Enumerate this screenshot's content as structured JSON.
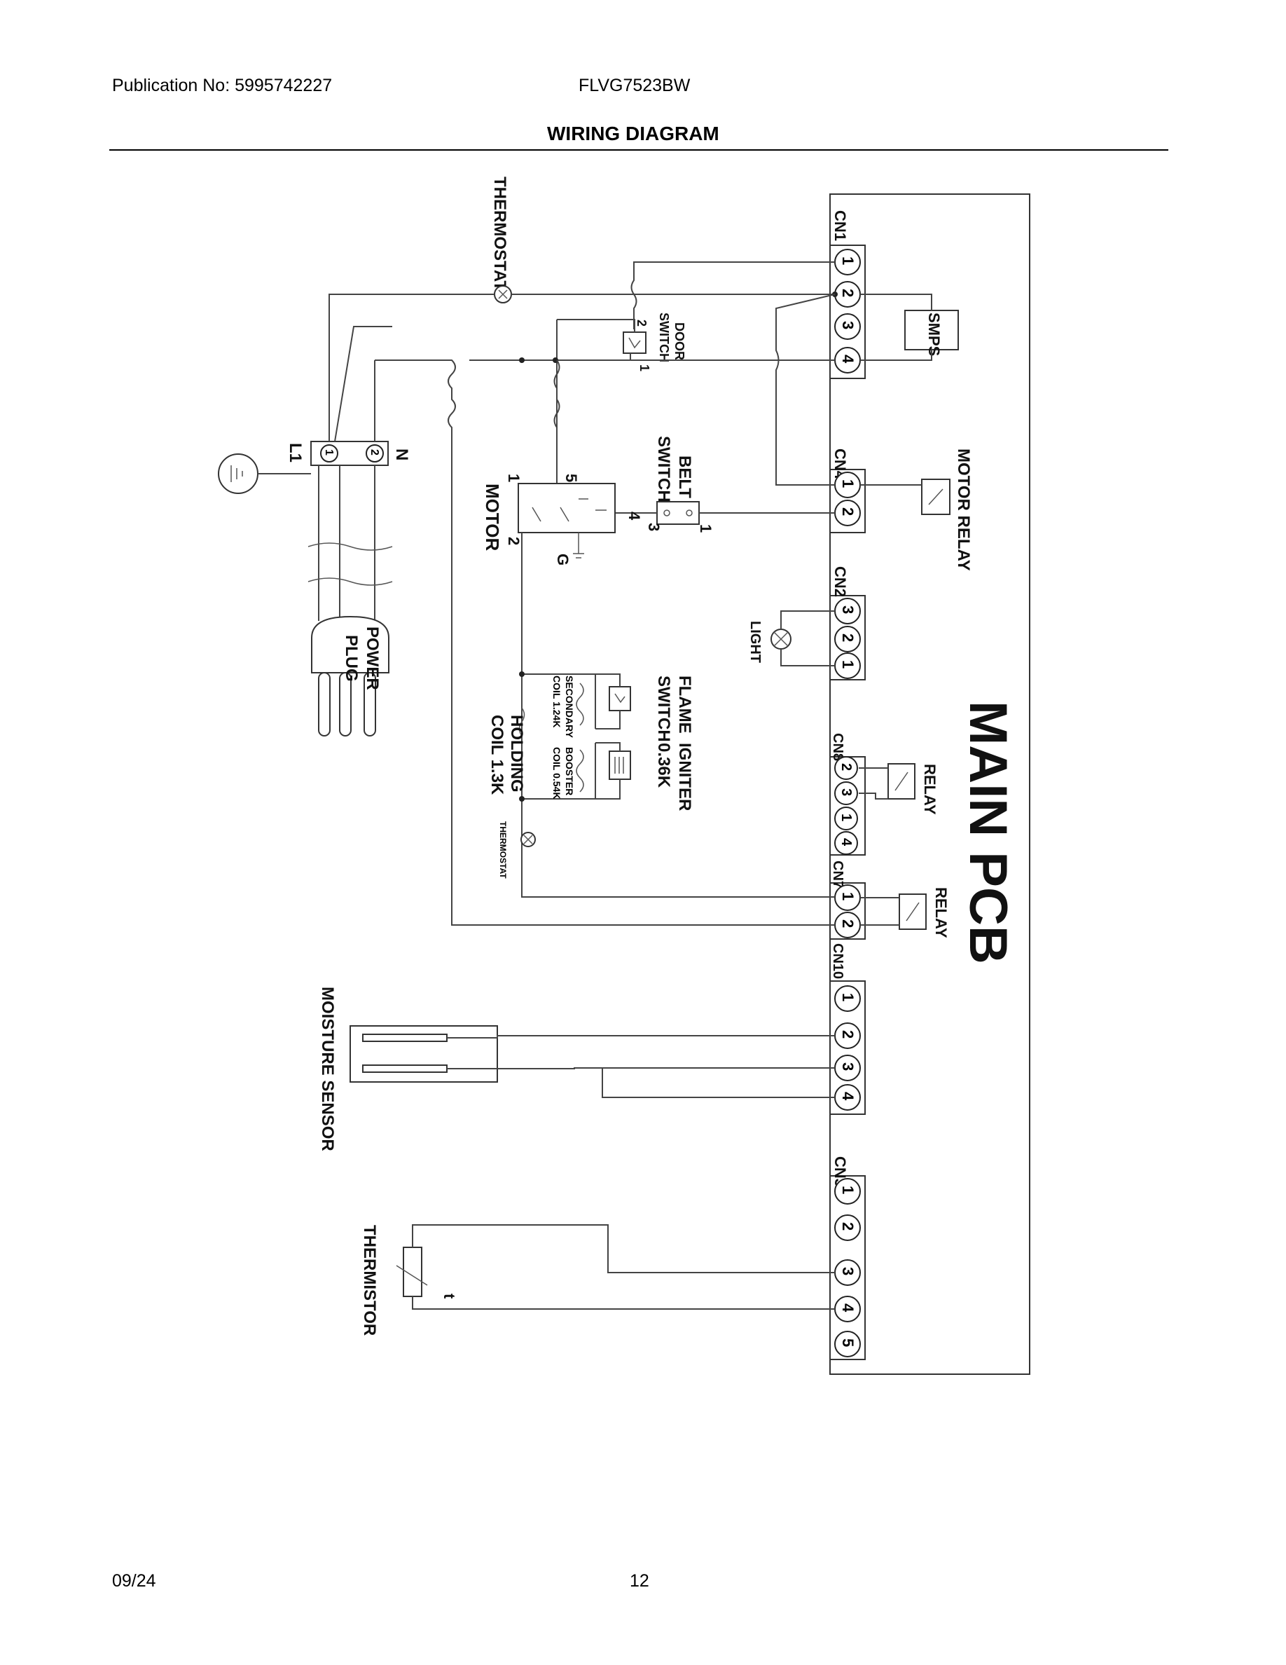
{
  "header": {
    "publication": "Publication No: 5995742227",
    "model": "FLVG7523BW",
    "title": "WIRING DIAGRAM"
  },
  "footer": {
    "date": "09/24",
    "page": "12"
  },
  "diagram": {
    "main_pcb": "MAIN PCB",
    "connectors": {
      "cn1": "CN1",
      "cn4": "CN4",
      "cn2": "CN2",
      "cn8": "CN8",
      "cn7": "CN7",
      "cn10": "CN10",
      "cn3": "CN3"
    },
    "pins": {
      "cn1": [
        "1",
        "2",
        "3",
        "4"
      ],
      "cn4": [
        "1",
        "2"
      ],
      "cn2": [
        "3",
        "2",
        "1"
      ],
      "cn8": [
        "2",
        "3",
        "1",
        "4"
      ],
      "cn7": [
        "1",
        "2"
      ],
      "cn10": [
        "1",
        "2",
        "3",
        "4"
      ],
      "cn3": [
        "1",
        "2",
        "3",
        "4",
        "5"
      ]
    },
    "labels": {
      "thermostat_top": "THERMOSTAT",
      "smps": "SMPS",
      "door_switch_1": "DOOR",
      "door_switch_2": "SWITCH",
      "door_pin_2": "2",
      "door_pin_1": "1",
      "motor_relay": "MOTOR RELAY",
      "belt_switch_1": "BELT",
      "belt_switch_2": "SWITCH",
      "belt_pin_1": "1",
      "motor": "MOTOR",
      "motor_pin_1": "1",
      "motor_pin_5": "5",
      "motor_pin_4": "4",
      "motor_pin_3": "3",
      "motor_pin_2": "2",
      "motor_ground": "G",
      "terminal_l1": "L1",
      "terminal_n": "N",
      "terminal_pin_1": "1",
      "terminal_pin_2": "2",
      "power_plug_1": "POWER",
      "power_plug_2": "PLUG",
      "light": "LIGHT",
      "relay_cn8": "RELAY",
      "relay_cn7": "RELAY",
      "flame_switch_1": "FLAME",
      "flame_switch_2": "SWITCH",
      "igniter_1": "IGNITER",
      "igniter_2": "0.36K",
      "secondary_coil_1": "SECONDARY",
      "secondary_coil_2": "COIL 1.24K",
      "booster_coil_1": "BOOSTER",
      "booster_coil_2": "COIL 0.54K",
      "holding_coil_1": "HOLDING",
      "holding_coil_2": "COIL 1.3K",
      "thermostat_small": "THERMOSTAT",
      "moisture_sensor": "MOISTURE SENSOR",
      "thermistor": "THERMISTOR",
      "thermistor_t": "t"
    }
  }
}
